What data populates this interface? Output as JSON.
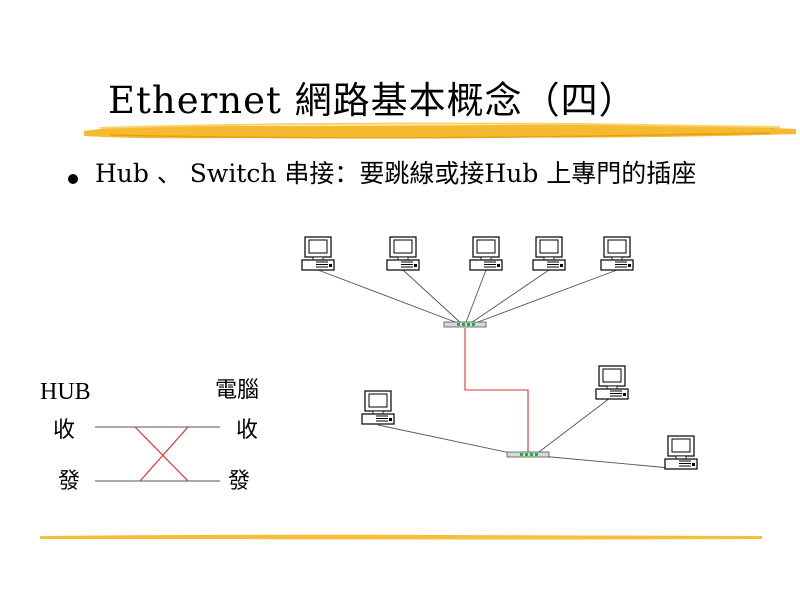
{
  "slide": {
    "title": "Ethernet 網路基本概念（四）",
    "bullet": "Hub 、 Switch 串接：要跳線或接Hub 上專門的插座"
  },
  "crossover": {
    "left_title": "HUB",
    "right_title": "電腦",
    "left_rx": "收",
    "left_tx": "發",
    "right_rx": "收",
    "right_tx": "發"
  },
  "colors": {
    "brush": "#f6b626",
    "uplink": "#e03030",
    "crossover": "#e03030",
    "link": "#555555",
    "hub_led": "#19b34a"
  }
}
